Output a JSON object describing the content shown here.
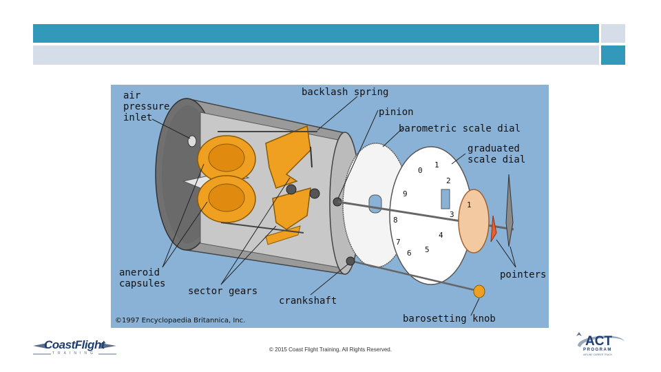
{
  "diagram": {
    "labels": {
      "air_pressure_inlet": "air pressure inlet",
      "backlash_spring": "backlash spring",
      "pinion": "pinion",
      "barometric_scale_dial": "barometric scale dial",
      "graduated_scale_dial": "graduated scale dial",
      "aneroid_capsules": "aneroid capsules",
      "sector_gears": "sector gears",
      "crankshaft": "crankshaft",
      "pointers": "pointers",
      "barosetting_knob": "barosetting knob"
    },
    "copyright": "©1997 Encyclopaedia Britannica, Inc.",
    "dial_numbers": [
      "0",
      "1",
      "2",
      "3",
      "4",
      "5",
      "6",
      "7",
      "8",
      "9"
    ],
    "inner_dial_number": "1"
  },
  "footer": {
    "copyright": "© 2015 Coast Flight Training. All Rights Reserved."
  },
  "logos": {
    "coast_flight": {
      "name": "CoastFlight",
      "tagline": "TRAINING"
    },
    "act": {
      "name": "ACT",
      "tagline": "PROGRAM",
      "sub": "AIRLINE CAREER TRACK"
    }
  },
  "colors": {
    "accent_blue": "#3399bb",
    "light_band": "#d4dde8",
    "diagram_bg": "#89b2d6",
    "part_orange": "#f0a020"
  }
}
